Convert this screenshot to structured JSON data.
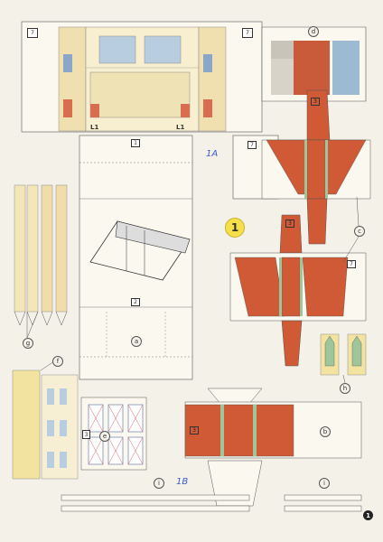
{
  "labels": {
    "box_7_left": "7",
    "box_7_right": "7",
    "l1_left": "L1",
    "l1_right": "L1",
    "d": "d",
    "box_1": "1",
    "box_2": "2",
    "a": "a",
    "b": "b",
    "c": "c",
    "e": "e",
    "f": "f",
    "g": "g",
    "h": "h",
    "i_left": "i",
    "i_right": "i",
    "box_3_top": "3",
    "box_3_mid": "3",
    "box_3_b": "3",
    "box_3_e": "3",
    "box_7_c1": "7",
    "box_7_c2": "7"
  },
  "handwritten": {
    "top": "1A",
    "bottom": "1B"
  },
  "sheet_number": "1",
  "page_number": "1",
  "colors": {
    "paper": "#f4f1e9",
    "roof": "#cf5a35",
    "wall_yellow": "#f2e3a2",
    "accent_green": "#9fc59a",
    "badge_yellow": "#f6e04a"
  }
}
